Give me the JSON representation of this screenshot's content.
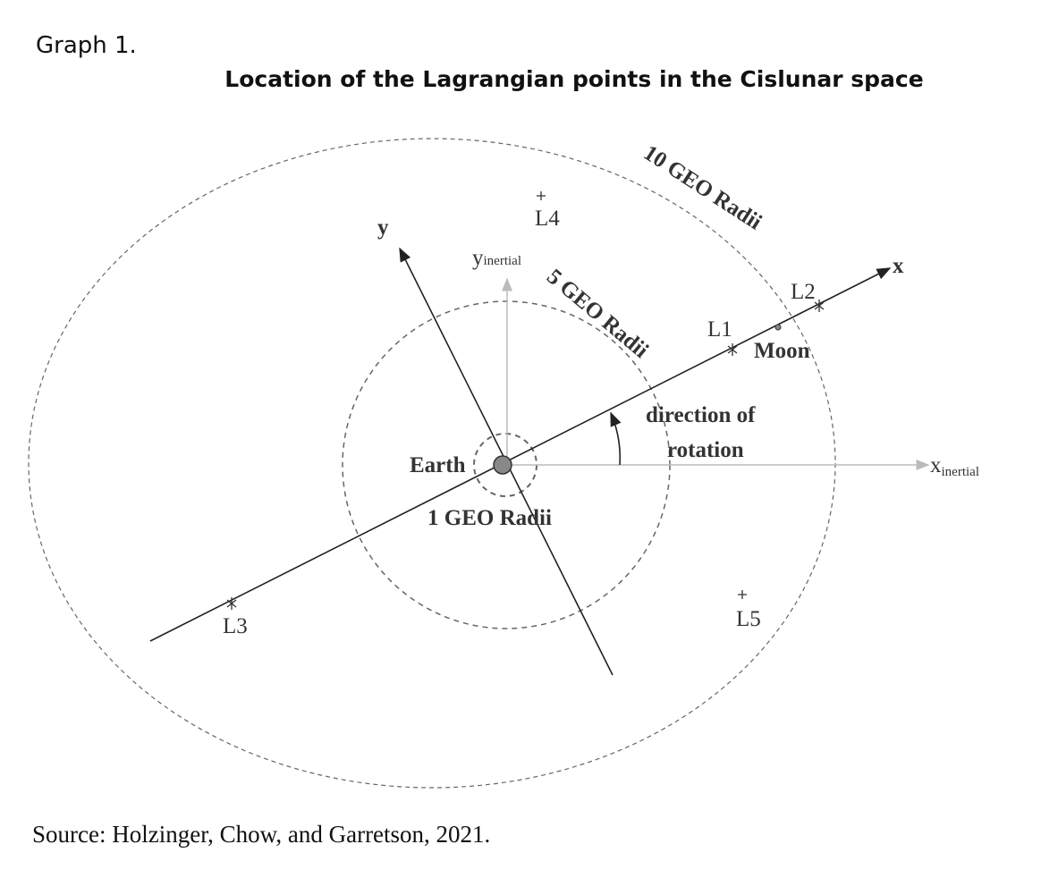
{
  "graph_label": "Graph 1.",
  "title": "Location of the Lagrangian points in the Cislunar space",
  "source": "Source: Holzinger, Chow, and Garretson, 2021.",
  "diagram": {
    "axes": {
      "x": "x",
      "y": "y",
      "x_inertial": "x",
      "x_inertial_sub": "inertial",
      "y_inertial": "y",
      "y_inertial_sub": "inertial"
    },
    "bodies": {
      "earth": "Earth",
      "moon": "Moon"
    },
    "rings": {
      "one": "1 GEO Radii",
      "five": "5 GEO Radii",
      "ten": "10 GEO Radii"
    },
    "points": {
      "l1": "L1",
      "l2": "L2",
      "l3": "L3",
      "l4": "L4",
      "l5": "L5"
    },
    "rotation_line1": "direction of",
    "rotation_line2": "rotation",
    "colors": {
      "line": "#222222",
      "dashed": "#666666",
      "inertial": "#bbbbbb",
      "earth": "#888888"
    }
  }
}
